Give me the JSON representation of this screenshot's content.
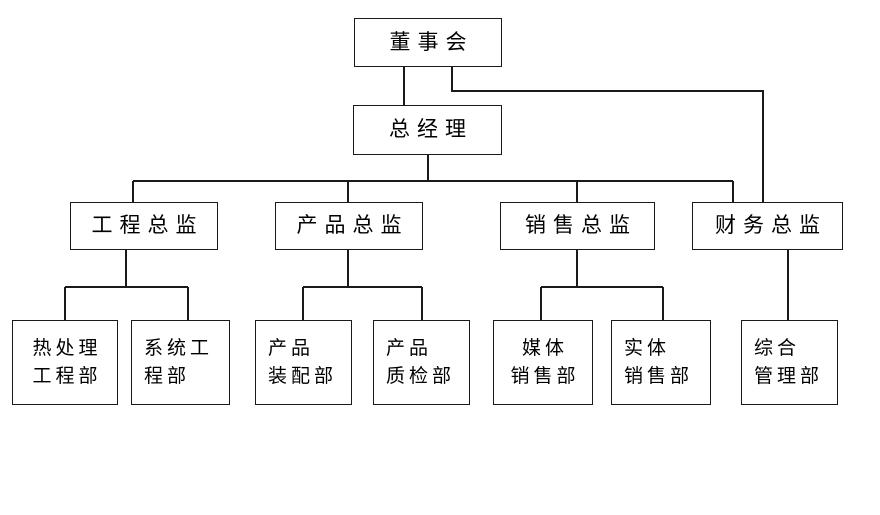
{
  "diagram": {
    "title_text": "",
    "type": "organization-chart",
    "background_color": "#ffffff",
    "line_color": "#1a1a1a",
    "text_color": "#000000"
  },
  "nodes": {
    "board": {
      "label": "董事会",
      "lines": [
        "董事会"
      ]
    },
    "general_manager": {
      "label": "总经理",
      "lines": [
        "总经理"
      ]
    },
    "engineering_director": {
      "label": "工程总监",
      "lines": [
        "工程总监"
      ]
    },
    "product_director": {
      "label": "产品总监",
      "lines": [
        "产品总监"
      ]
    },
    "sales_director": {
      "label": "销售总监",
      "lines": [
        "销售总监"
      ]
    },
    "finance_director": {
      "label": "财务总监",
      "lines": [
        "财务总监"
      ]
    },
    "heat_treatment_dept": {
      "label": "热处理工程部",
      "line1": "热处理",
      "line2": "工程部"
    },
    "systems_engineering_dept": {
      "label": "系统工程部",
      "line1": "系统工",
      "line2": "程部"
    },
    "product_assembly_dept": {
      "label": "产品装配部",
      "line1": "产品",
      "line2": "装配部"
    },
    "product_quality_dept": {
      "label": "产品质检部",
      "line1": "产品",
      "line2": "质检部"
    },
    "media_sales_dept": {
      "label": "媒体销售部",
      "line1": "媒体",
      "line2": "销售部"
    },
    "physical_sales_dept": {
      "label": "实体销售部",
      "line1": "实体",
      "line2": "销售部"
    },
    "general_admin_dept": {
      "label": "综合管理部",
      "line1": "综合",
      "line2": "管理部"
    }
  }
}
